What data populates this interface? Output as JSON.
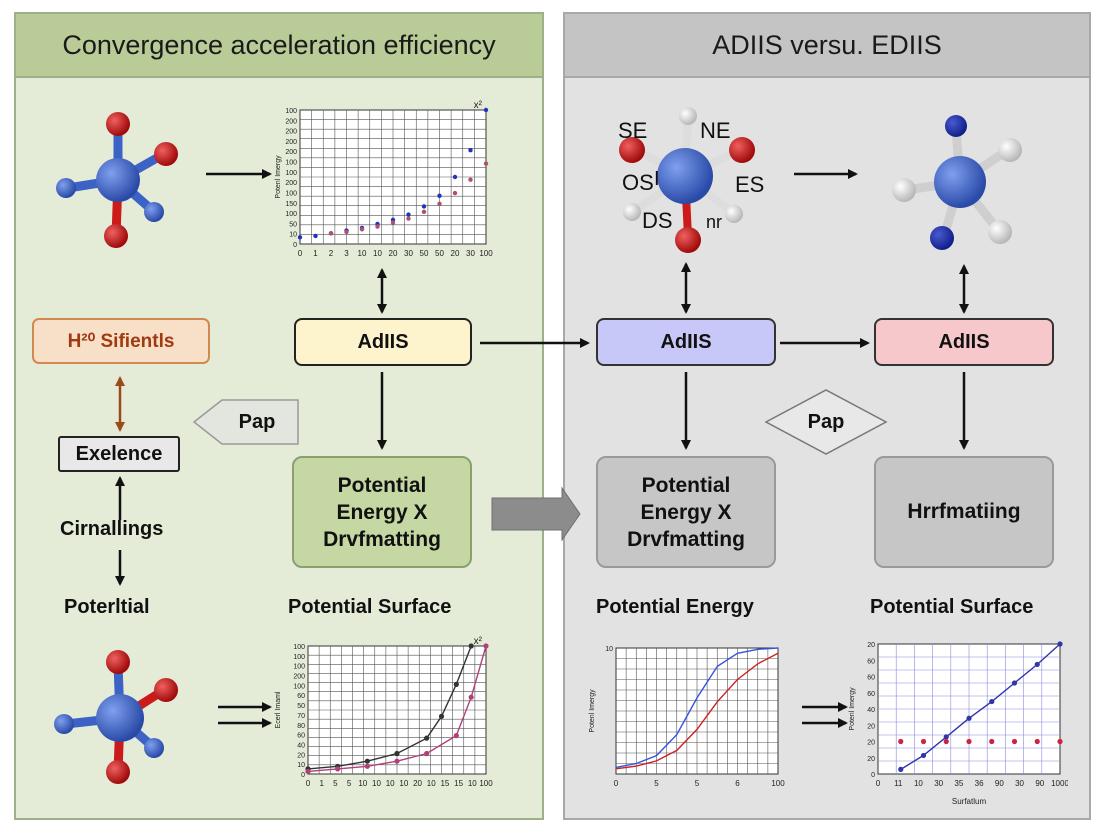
{
  "panels": {
    "left_title": "Convergence acceleration efficiency",
    "right_title": "ADIIS versu. EDIIS"
  },
  "boxes": {
    "h2o": "H²⁰ Sifientls",
    "adiis_left": "AdIIS",
    "adiis_mid": "AdIIS",
    "adiis_right": "AdIIS",
    "pap_left": "Pap",
    "pap_right": "Pap",
    "exelence": "Exelence",
    "potential_left_1": "Potential",
    "potential_left_2": "Energy X",
    "potential_left_3": "Drvfmatting",
    "potential_mid_1": "Potential",
    "potential_mid_2": "Energy X",
    "potential_mid_3": "Drvfmatting",
    "hrrf": "Hrrfmatiing"
  },
  "labels": {
    "cirnallings": "Cirnallings",
    "potential": "Poterltial",
    "potential_surface_left": "Potential Surface",
    "potential_energy": "Potential Energy",
    "potential_surface_right": "Potential Surface"
  },
  "molecule_labels": [
    "SE",
    "NE",
    "OS",
    "I",
    "ES",
    "DS",
    "nr"
  ],
  "colors": {
    "yellow_box": "#fdf3cc",
    "blue_box": "#c8c8f8",
    "pink_box": "#f6c8cc",
    "orange_box": "#f8e0c8",
    "green_box": "#c5d7a2",
    "gray_box": "#c6c6c6",
    "atom_blue": "#3b62c4",
    "atom_red": "#cc1a1a"
  },
  "chart_data": [
    {
      "id": "top-left",
      "type": "scatter",
      "ylabel": "Potenl Imergy",
      "corner_label": "x²",
      "x_ticks": [
        "0",
        "1",
        "2",
        "3",
        "10",
        "10",
        "20",
        "30",
        "50",
        "50",
        "20",
        "30",
        "100"
      ],
      "y_ticks": [
        "100",
        "200",
        "200",
        "200",
        "200",
        "100",
        "100",
        "200",
        "100",
        "150",
        "100",
        "50",
        "10",
        "0"
      ],
      "series": [
        {
          "color": "#2233bb",
          "x": [
            0,
            1,
            2,
            3,
            4,
            5,
            6,
            7,
            8,
            9,
            10,
            11,
            12
          ],
          "values": [
            5,
            6,
            8,
            10,
            12,
            15,
            18,
            22,
            28,
            36,
            50,
            70,
            100
          ]
        },
        {
          "color": "#b05070",
          "x": [
            2,
            3,
            4,
            5,
            6,
            7,
            8,
            9,
            10,
            11,
            12
          ],
          "values": [
            8,
            9,
            11,
            13,
            16,
            19,
            24,
            30,
            38,
            48,
            60
          ]
        }
      ]
    },
    {
      "id": "bottom-left",
      "type": "line",
      "ylabel": "Ecerl Imaml",
      "corner_label": "x²",
      "x_ticks": [
        "0",
        "1",
        "5",
        "5",
        "10",
        "10",
        "10",
        "10",
        "20",
        "10",
        "15",
        "15",
        "10",
        "100"
      ],
      "y_ticks": [
        "100",
        "100",
        "100",
        "200",
        "100",
        "60",
        "50",
        "70",
        "80",
        "60",
        "40",
        "20",
        "10",
        "0"
      ],
      "series": [
        {
          "color": "#333333",
          "x": [
            0,
            2,
            4,
            6,
            8,
            9,
            10,
            11
          ],
          "values": [
            4,
            6,
            10,
            16,
            28,
            45,
            70,
            100
          ]
        },
        {
          "color": "#b0407a",
          "x": [
            0,
            2,
            4,
            6,
            8,
            10,
            11,
            12
          ],
          "values": [
            2,
            4,
            6,
            10,
            16,
            30,
            60,
            100
          ]
        }
      ]
    },
    {
      "id": "bottom-mid",
      "type": "line",
      "ylabel": "Potenl Imergy",
      "x_ticks": [
        "0",
        "5",
        "5",
        "6",
        "100"
      ],
      "y_ticks": [
        "10"
      ],
      "series": [
        {
          "color": "#3355dd",
          "x": [
            0,
            1,
            2,
            3,
            4,
            5,
            6,
            7,
            8
          ],
          "values": [
            5,
            8,
            14,
            30,
            58,
            82,
            92,
            95,
            96
          ]
        },
        {
          "color": "#cc2222",
          "x": [
            0,
            1,
            2,
            3,
            4,
            5,
            6,
            7,
            8
          ],
          "values": [
            4,
            6,
            10,
            18,
            34,
            55,
            72,
            84,
            92
          ]
        }
      ]
    },
    {
      "id": "bottom-right",
      "type": "scatter",
      "xlabel": "Surfatlum",
      "ylabel": "Potenl Imergy",
      "x_ticks": [
        "0",
        "11",
        "10",
        "30",
        "35",
        "36",
        "90",
        "30",
        "90",
        "1000"
      ],
      "y_ticks": [
        "20",
        "60",
        "60",
        "60",
        "40",
        "20",
        "20",
        "20",
        "0"
      ],
      "series": [
        {
          "color": "#3333aa",
          "x": [
            1,
            2,
            3,
            4,
            5,
            6,
            7,
            8
          ],
          "values": [
            5,
            20,
            40,
            60,
            78,
            98,
            118,
            140
          ]
        },
        {
          "color": "#cc2244",
          "x": [
            1,
            2,
            3,
            4,
            5,
            6,
            7,
            8
          ],
          "values": [
            35,
            35,
            35,
            35,
            35,
            35,
            35,
            35
          ]
        }
      ]
    }
  ]
}
